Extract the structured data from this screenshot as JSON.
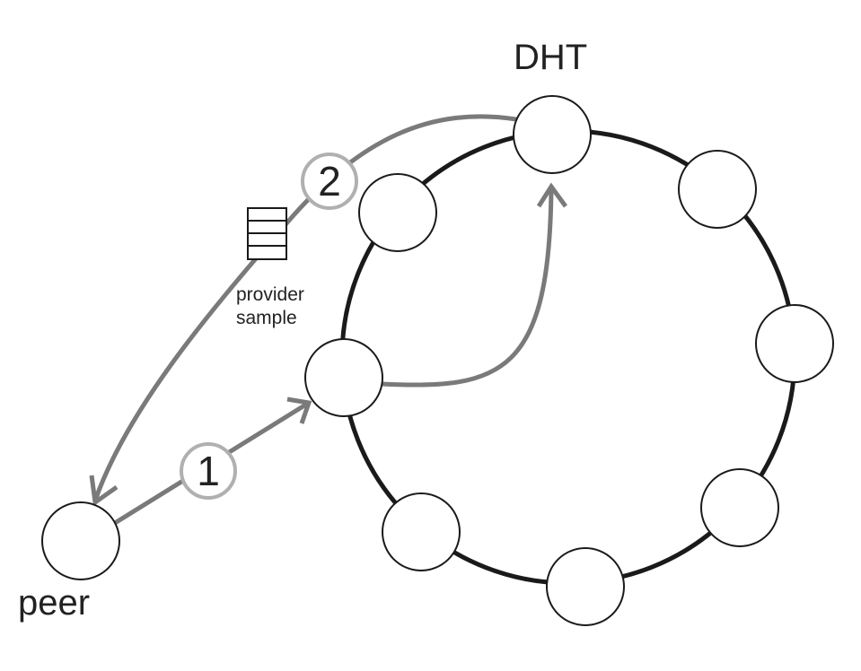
{
  "labels": {
    "dht": "DHT",
    "peer": "peer",
    "provider_sample": [
      "provider",
      "sample"
    ]
  },
  "steps": [
    {
      "id": 1,
      "label": "1",
      "from": "peer",
      "to": "dht-node-entry"
    },
    {
      "id": 2,
      "label": "2",
      "from": "dht-node-top",
      "to": "peer"
    }
  ],
  "dht_ring": {
    "node_count": 8,
    "nodes": [
      "top",
      "top-right",
      "right",
      "bottom-right",
      "bottom",
      "bottom-left",
      "left-entry",
      "top-left"
    ]
  },
  "colors": {
    "ring": "#1a1a1a",
    "arrow": "#7a7a7a",
    "badge_border": "#b0b0b0",
    "node_fill": "#ffffff",
    "text": "#222222"
  }
}
